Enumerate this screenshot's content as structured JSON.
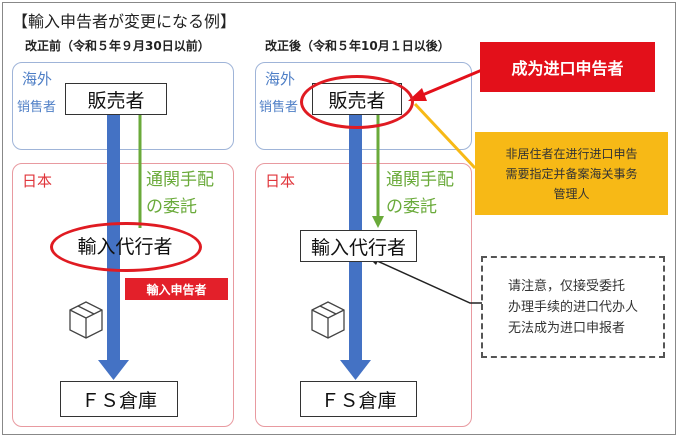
{
  "title": "【輸入申告者が変更になる例】",
  "before": {
    "heading": "改正前（令和５年９月30日以前）",
    "overseas": "海外",
    "seller_role": "销售者",
    "seller": "販売者",
    "japan": "日本",
    "commission_line1": "通関手配",
    "commission_line2": "の委託",
    "agent": "輸入代行者",
    "declarant_tag": "輸入申告者",
    "warehouse": "ＦＳ倉庫"
  },
  "after": {
    "heading": "改正後（令和５年10月１日以後）",
    "overseas": "海外",
    "seller_role": "销售者",
    "seller": "販売者",
    "japan": "日本",
    "commission_line1": "通関手配",
    "commission_line2": "の委託",
    "agent": "輸入代行者",
    "warehouse": "ＦＳ倉庫"
  },
  "callouts": {
    "banner": "成为进口申告者",
    "yellow_note": [
      "非居住者在进行进口申告",
      "需要指定并备案海关事务",
      "管理人"
    ],
    "dashed_note": [
      "请注意，仅接受委托",
      "办理手续的进口代办人",
      "无法成为进口申报者"
    ]
  },
  "colors": {
    "red": "#e3101a",
    "yellow": "#f7b916",
    "blue_arrow": "#4472c4",
    "green": "#6aaa3a"
  }
}
